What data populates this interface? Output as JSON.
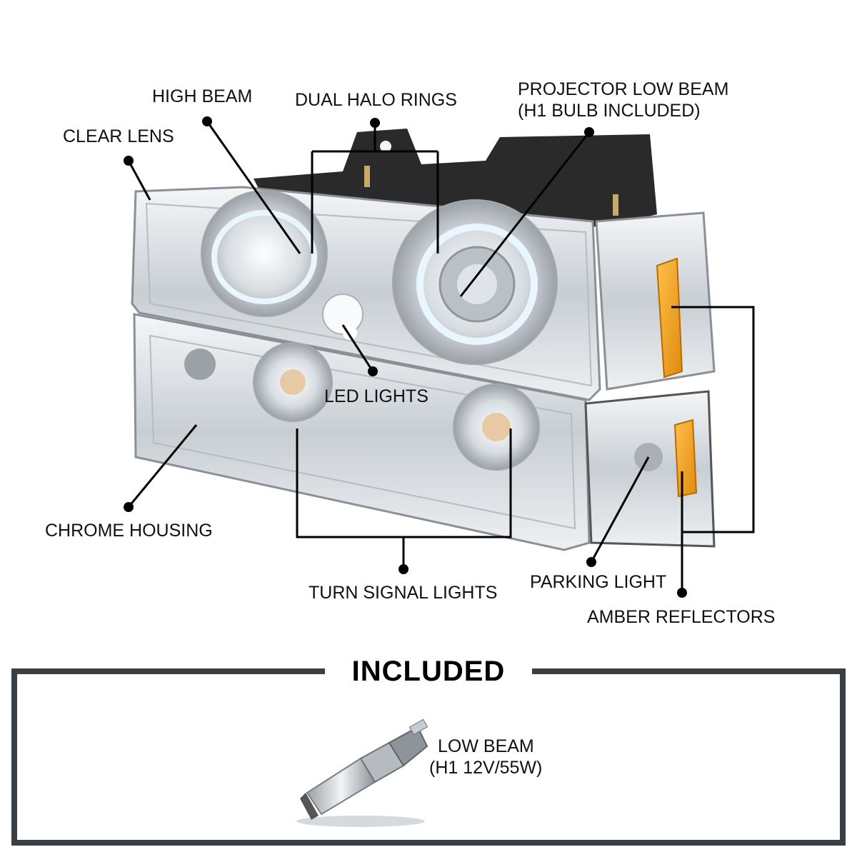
{
  "callouts": {
    "high_beam": "HIGH BEAM",
    "dual_halo_rings": "DUAL HALO RINGS",
    "projector_low_beam_line1": "PROJECTOR LOW BEAM",
    "projector_low_beam_line2": "(H1 BULB INCLUDED)",
    "clear_lens": "CLEAR LENS",
    "led_lights": "LED LIGHTS",
    "chrome_housing": "CHROME HOUSING",
    "turn_signal_lights": "TURN SIGNAL LIGHTS",
    "parking_light": "PARKING LIGHT",
    "amber_reflectors": "AMBER REFLECTORS"
  },
  "included_box": {
    "title": "INCLUDED",
    "bulb_line1": "LOW BEAM",
    "bulb_line2": "(H1 12V/55W)"
  },
  "colors": {
    "frame_gray": "#3a3f44",
    "amber": "#f0a020",
    "chrome": "#cfd4d8",
    "dark_bracket": "#2a2a2a"
  }
}
